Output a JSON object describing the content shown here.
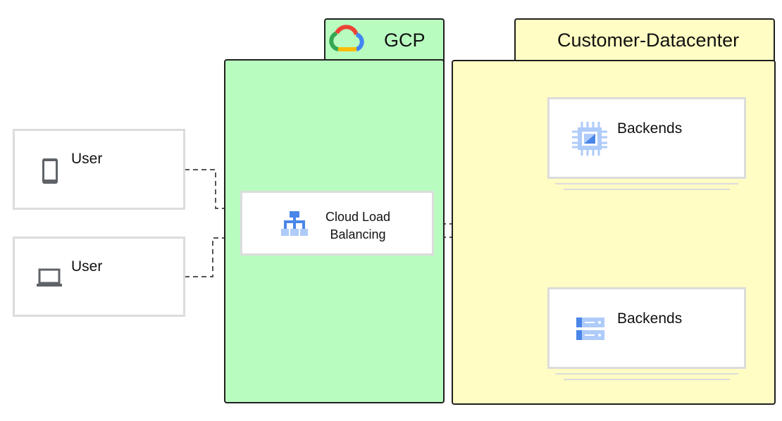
{
  "regions": {
    "gcp": {
      "label": "GCP",
      "icon": "google-cloud-logo",
      "color": "#b9fcc0"
    },
    "customer_datacenter": {
      "label": "Customer-Datacenter",
      "color": "#fffdc3"
    }
  },
  "users": [
    {
      "label": "User",
      "icon": "mobile-phone-icon"
    },
    {
      "label": "User",
      "icon": "laptop-icon"
    }
  ],
  "load_balancer": {
    "label_line1": "Cloud Load",
    "label_line2": "Balancing",
    "icon": "cloud-load-balancing-icon"
  },
  "backends": [
    {
      "label": "Backends",
      "icon": "compute-chip-icon"
    },
    {
      "label": "Backends",
      "icon": "server-rack-icon"
    }
  ],
  "colors": {
    "icon_blue": "#4a86e8",
    "icon_light_blue": "#aecbfa",
    "connector": "#555555"
  }
}
